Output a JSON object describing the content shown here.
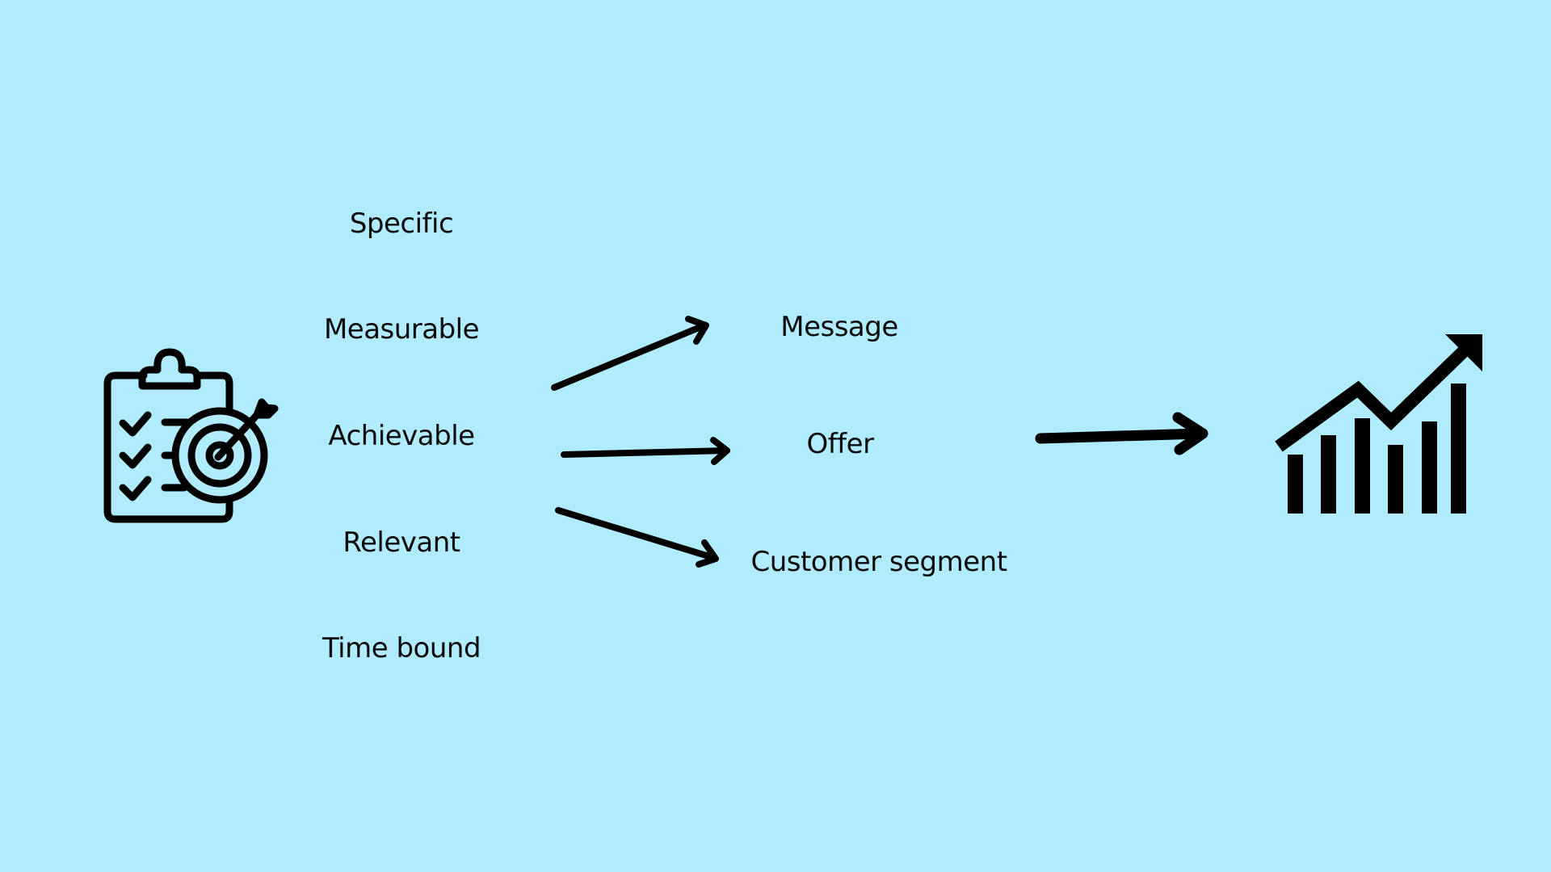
{
  "diagram": {
    "source_icon": "clipboard-target-icon",
    "smart_criteria": [
      "Specific",
      "Measurable",
      "Achievable",
      "Relevant",
      "Time bound"
    ],
    "components": [
      "Message",
      "Offer",
      "Customer segment"
    ],
    "result_icon": "growth-chart-icon",
    "colors": {
      "background": "#B0ECFE",
      "ink": "#000000"
    }
  }
}
